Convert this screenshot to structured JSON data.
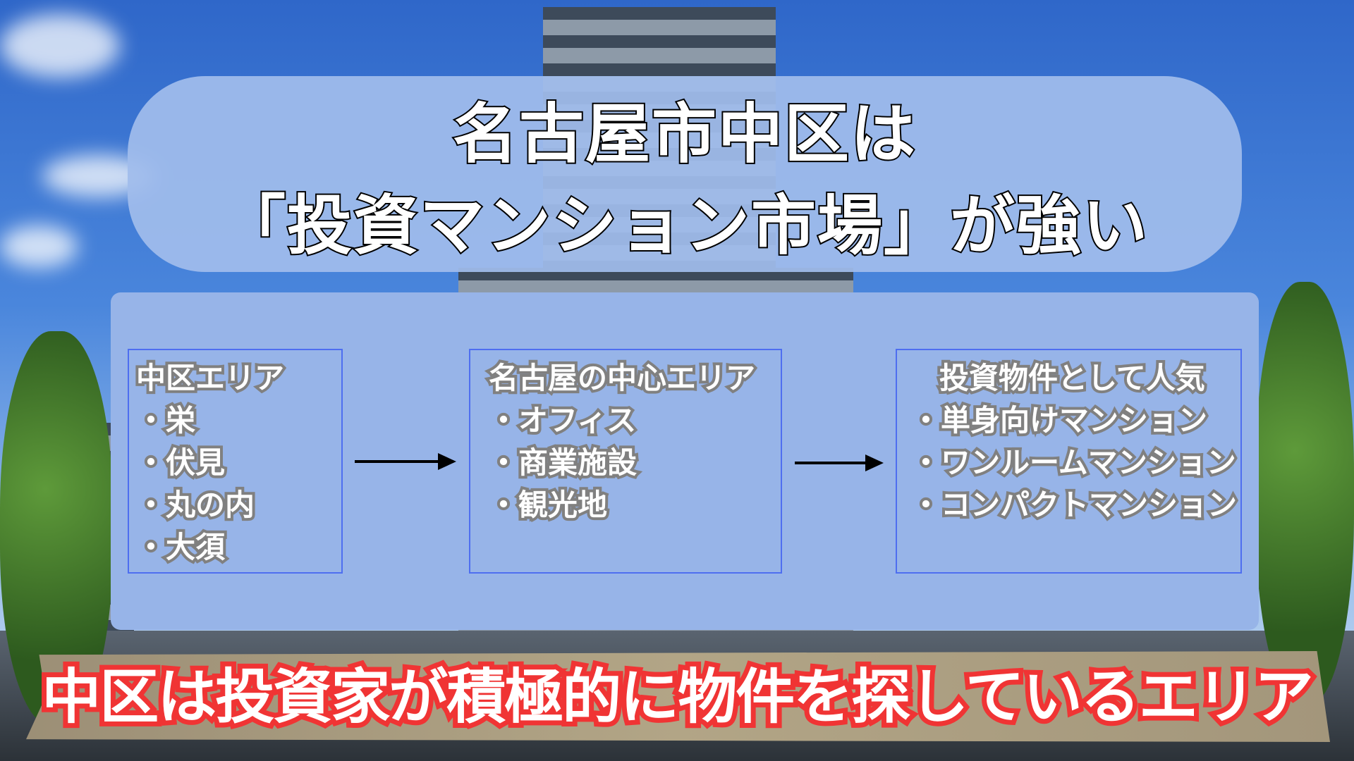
{
  "title": {
    "line1": "名古屋市中区は",
    "line2": "「投資マンション市場」が強い"
  },
  "boxes": [
    {
      "heading": "中区エリア",
      "items": [
        "栄",
        "伏見",
        "丸の内",
        "大須"
      ]
    },
    {
      "heading": "名古屋の中心エリア",
      "items": [
        "オフィス",
        "商業施設",
        "観光地"
      ]
    },
    {
      "heading": "投資物件として人気",
      "items": [
        "単身向けマンション",
        "ワンルームマンション",
        "コンパクトマンション"
      ]
    }
  ],
  "banner": "中区は投資家が積極的に物件を探しているエリア"
}
